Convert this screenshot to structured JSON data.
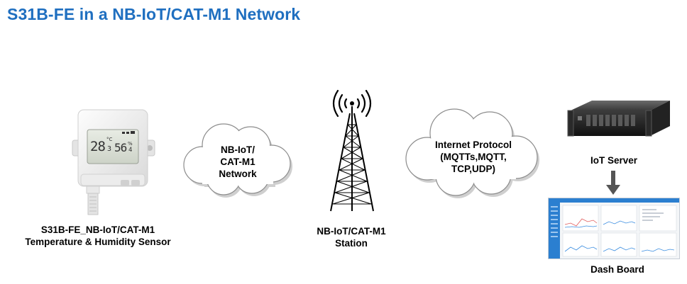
{
  "title": "S31B-FE in a NB-IoT/CAT-M1 Network",
  "sensor": {
    "display_temp": "28",
    "display_temp_dec": "3",
    "display_hum": "56",
    "display_hum_dec": "4",
    "display_temp_unit": "°C",
    "display_hum_unit": "%",
    "label_line1": "S31B-FE_NB-IoT/CAT-M1",
    "label_line2": "Temperature & Humidity Sensor"
  },
  "cloud1": {
    "line1": "NB-IoT/",
    "line2": "CAT-M1",
    "line3": "Network"
  },
  "station": {
    "line1": "NB-IoT/CAT-M1",
    "line2": "Station"
  },
  "cloud2": {
    "line1": "Internet Protocol",
    "line2": "(MQTTs,MQTT,",
    "line3": "TCP,UDP)"
  },
  "server": {
    "label": "IoT Server"
  },
  "dashboard": {
    "label": "Dash Board"
  },
  "colors": {
    "title": "#1f6fc0",
    "cloud_fill": "#ffffff",
    "cloud_shadow": "#9a9a9a",
    "arrow": "#555555",
    "dashboard_sidebar": "#2b7fd0"
  }
}
